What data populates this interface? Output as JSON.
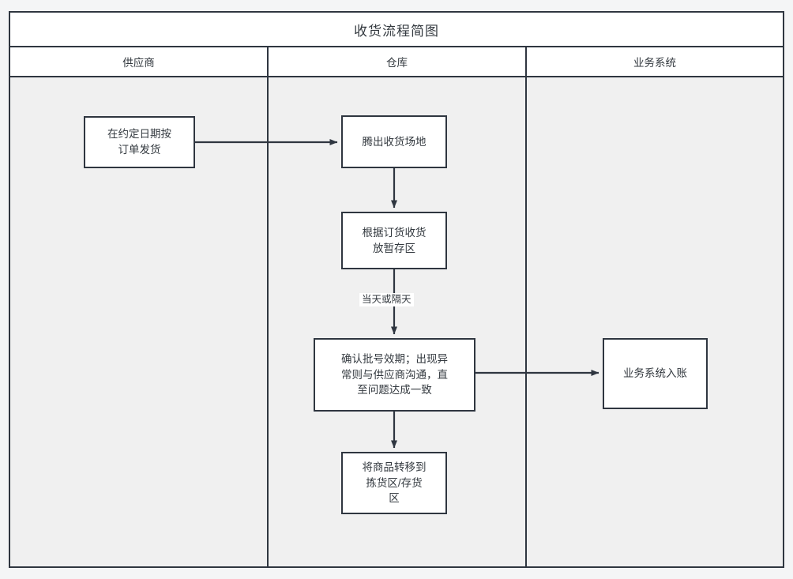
{
  "diagram": {
    "type": "swimlane-flowchart",
    "title": "收货流程简图",
    "lanes": [
      {
        "id": "supplier",
        "label": "供应商"
      },
      {
        "id": "warehouse",
        "label": "仓库"
      },
      {
        "id": "business-system",
        "label": "业务系统"
      }
    ],
    "nodes": [
      {
        "id": "n1",
        "lane": "supplier",
        "label": "在约定日期按\n订单发货"
      },
      {
        "id": "n2",
        "lane": "warehouse",
        "label": "腾出收货场地"
      },
      {
        "id": "n3",
        "lane": "warehouse",
        "label": "根据订货收货\n放暂存区"
      },
      {
        "id": "n4",
        "lane": "warehouse",
        "label": "确认批号效期；出现异\n常则与供应商沟通，直\n至问题达成一致"
      },
      {
        "id": "n5",
        "lane": "warehouse",
        "label": "将商品转移到\n拣货区/存货\n区"
      },
      {
        "id": "n6",
        "lane": "business-system",
        "label": "业务系统入账"
      }
    ],
    "edges": [
      {
        "from": "n1",
        "to": "n2",
        "label": ""
      },
      {
        "from": "n2",
        "to": "n3",
        "label": ""
      },
      {
        "from": "n3",
        "to": "n4",
        "label": "当天或隔天"
      },
      {
        "from": "n4",
        "to": "n6",
        "label": ""
      },
      {
        "from": "n4",
        "to": "n5",
        "label": ""
      }
    ],
    "colors": {
      "stroke": "#2f3640",
      "node_fill": "#ffffff",
      "lane_body_fill": "#f0f0f0",
      "lane_header_fill": "#ffffff",
      "page_background": "#f4f5f6",
      "text": "#33393f"
    }
  }
}
